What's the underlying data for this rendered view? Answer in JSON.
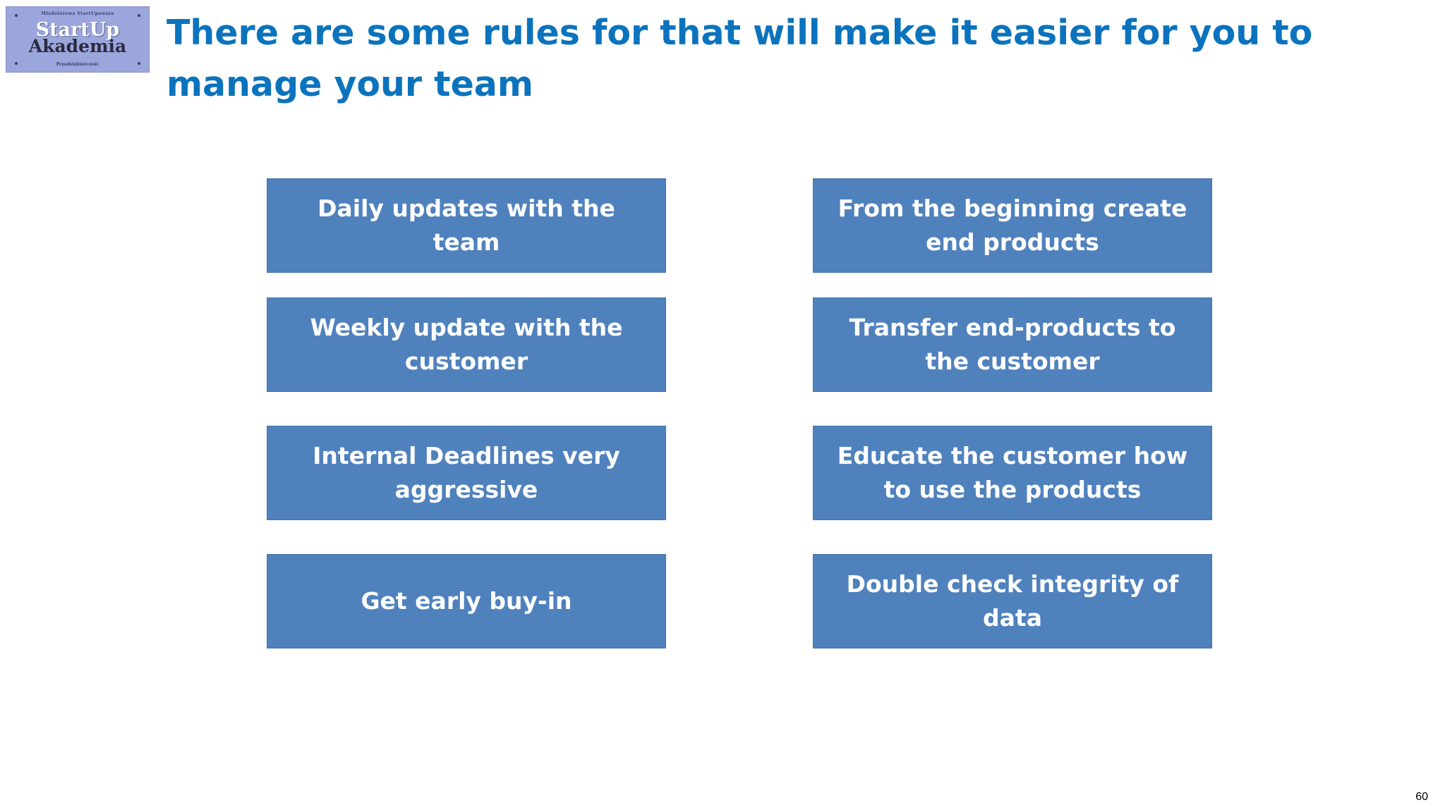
{
  "logo": {
    "top_text": "Młodzieżowa StartUpownia",
    "main_text": "StartUp",
    "sub_text": "Akademia",
    "bottom_text": "Przedsiębiorczość"
  },
  "slide": {
    "title": "There are some rules for that will make it easier for you to manage your team",
    "page_number": "60"
  },
  "rules": {
    "left": [
      "Daily updates with the team",
      "Weekly update with the customer",
      "Internal Deadlines very aggressive",
      "Get early buy-in"
    ],
    "right": [
      "From the beginning create end products",
      "Transfer end-products to the customer",
      "Educate the customer how to use the products",
      "Double check integrity of data"
    ]
  },
  "colors": {
    "title": "#0b73bd",
    "box_fill": "#4f81bd",
    "box_text": "#ffffff",
    "logo_bg": "#9aa6dc"
  }
}
